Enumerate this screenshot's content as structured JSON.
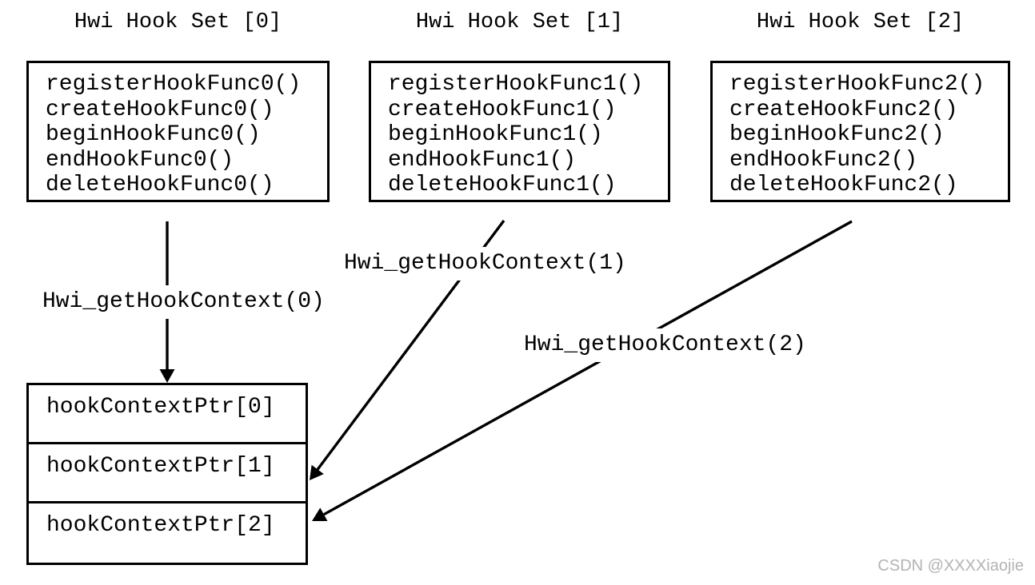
{
  "colors": {
    "background": "#ffffff",
    "line": "#000000",
    "text": "#000000",
    "watermark": "#b3b3b3"
  },
  "diagram": {
    "hook_sets": [
      {
        "title": "Hwi Hook Set [0]",
        "functions": [
          "registerHookFunc0()",
          "createHookFunc0()",
          "beginHookFunc0()",
          "endHookFunc0()",
          "deleteHookFunc0()"
        ]
      },
      {
        "title": "Hwi Hook Set [1]",
        "functions": [
          "registerHookFunc1()",
          "createHookFunc1()",
          "beginHookFunc1()",
          "endHookFunc1()",
          "deleteHookFunc1()"
        ]
      },
      {
        "title": "Hwi Hook Set [2]",
        "functions": [
          "registerHookFunc2()",
          "createHookFunc2()",
          "beginHookFunc2()",
          "endHookFunc2()",
          "deleteHookFunc2()"
        ]
      }
    ],
    "arrow_labels": [
      "Hwi_getHookContext(0)",
      "Hwi_getHookContext(1)",
      "Hwi_getHookContext(2)"
    ],
    "context_table": {
      "rows": [
        "hookContextPtr[0]",
        "hookContextPtr[1]",
        "hookContextPtr[2]"
      ]
    },
    "watermark": "CSDN @XXXXiaojie"
  }
}
